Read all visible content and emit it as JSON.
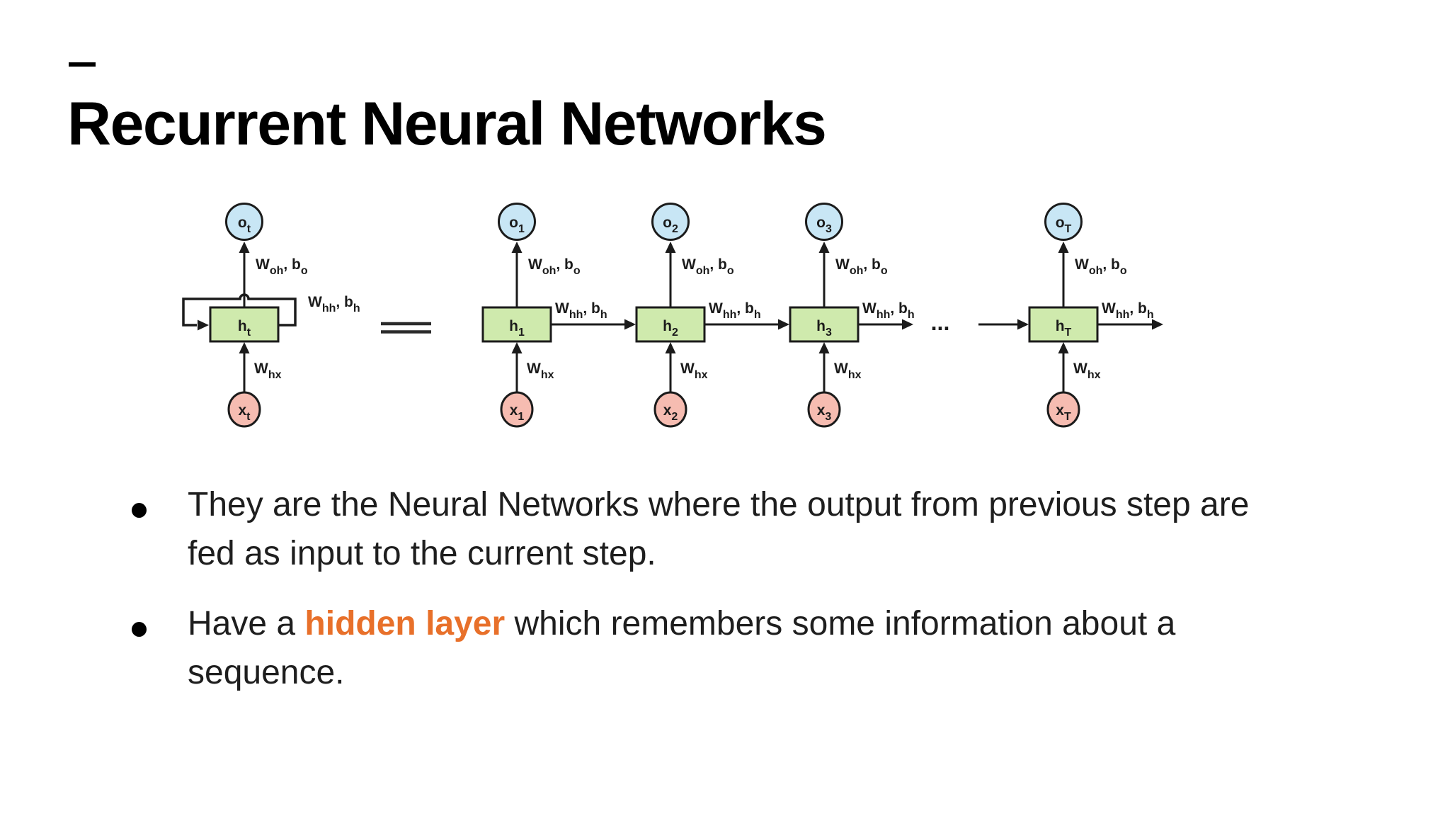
{
  "slide": {
    "title": "Recurrent Neural Networks",
    "highlight_color": "#E8702A",
    "bullets": [
      {
        "segments": [
          {
            "text": "They are the Neural Networks where the output from previous step are fed as input to the current step.",
            "style": "normal"
          }
        ]
      },
      {
        "segments": [
          {
            "text": "Have a ",
            "style": "normal"
          },
          {
            "text": "hidden layer",
            "style": "highlight"
          },
          {
            "text": " which remembers some information about a sequence.",
            "style": "normal"
          }
        ]
      }
    ]
  },
  "diagram": {
    "colors": {
      "output_fill": "#C8E6F5",
      "hidden_fill": "#CFEAAD",
      "input_fill": "#F6BCB1",
      "stroke": "#1B1B1B"
    },
    "equals_sign": "=",
    "ellipsis": "...",
    "labels": {
      "output_weights": [
        [
          "W",
          "oh"
        ],
        [
          ", b",
          "o"
        ]
      ],
      "hidden_weights": [
        [
          "W",
          "hh"
        ],
        [
          ", b",
          "h"
        ]
      ],
      "input_weights": [
        [
          "W",
          "hx"
        ]
      ]
    },
    "cells": [
      {
        "output": [
          "o",
          "t"
        ],
        "hidden": [
          "h",
          "t"
        ],
        "input": [
          "x",
          "t"
        ],
        "recurrent": true
      },
      {
        "output": [
          "o",
          "1"
        ],
        "hidden": [
          "h",
          "1"
        ],
        "input": [
          "x",
          "1"
        ]
      },
      {
        "output": [
          "o",
          "2"
        ],
        "hidden": [
          "h",
          "2"
        ],
        "input": [
          "x",
          "2"
        ]
      },
      {
        "output": [
          "o",
          "3"
        ],
        "hidden": [
          "h",
          "3"
        ],
        "input": [
          "x",
          "3"
        ]
      },
      {
        "output": [
          "o",
          "T"
        ],
        "hidden": [
          "h",
          "T"
        ],
        "input": [
          "x",
          "T"
        ]
      }
    ]
  }
}
